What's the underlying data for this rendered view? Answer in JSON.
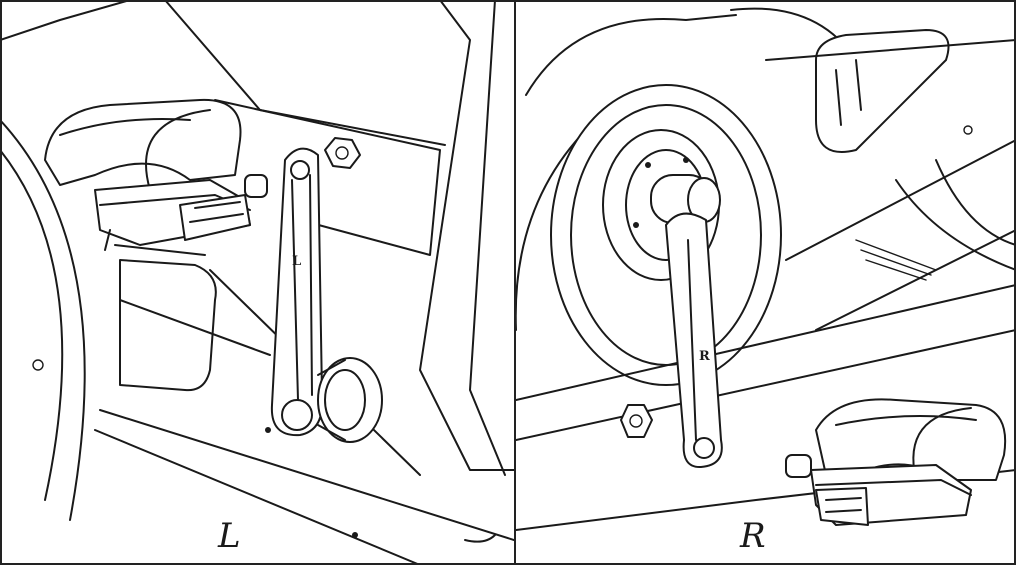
{
  "panels": {
    "left": {
      "label": "L",
      "crank_mark": "L"
    },
    "right": {
      "label": "R",
      "crank_mark": "R"
    }
  },
  "icons": {
    "left_pedal": "pedal-with-strap-icon",
    "right_pedal": "pedal-with-strap-icon",
    "left_crank": "crank-arm-icon",
    "right_crank": "crank-arm-icon",
    "nut": "hex-nut-icon",
    "flywheel": "flywheel-icon"
  },
  "colors": {
    "line": "#1a1a1a",
    "background": "#ffffff"
  }
}
